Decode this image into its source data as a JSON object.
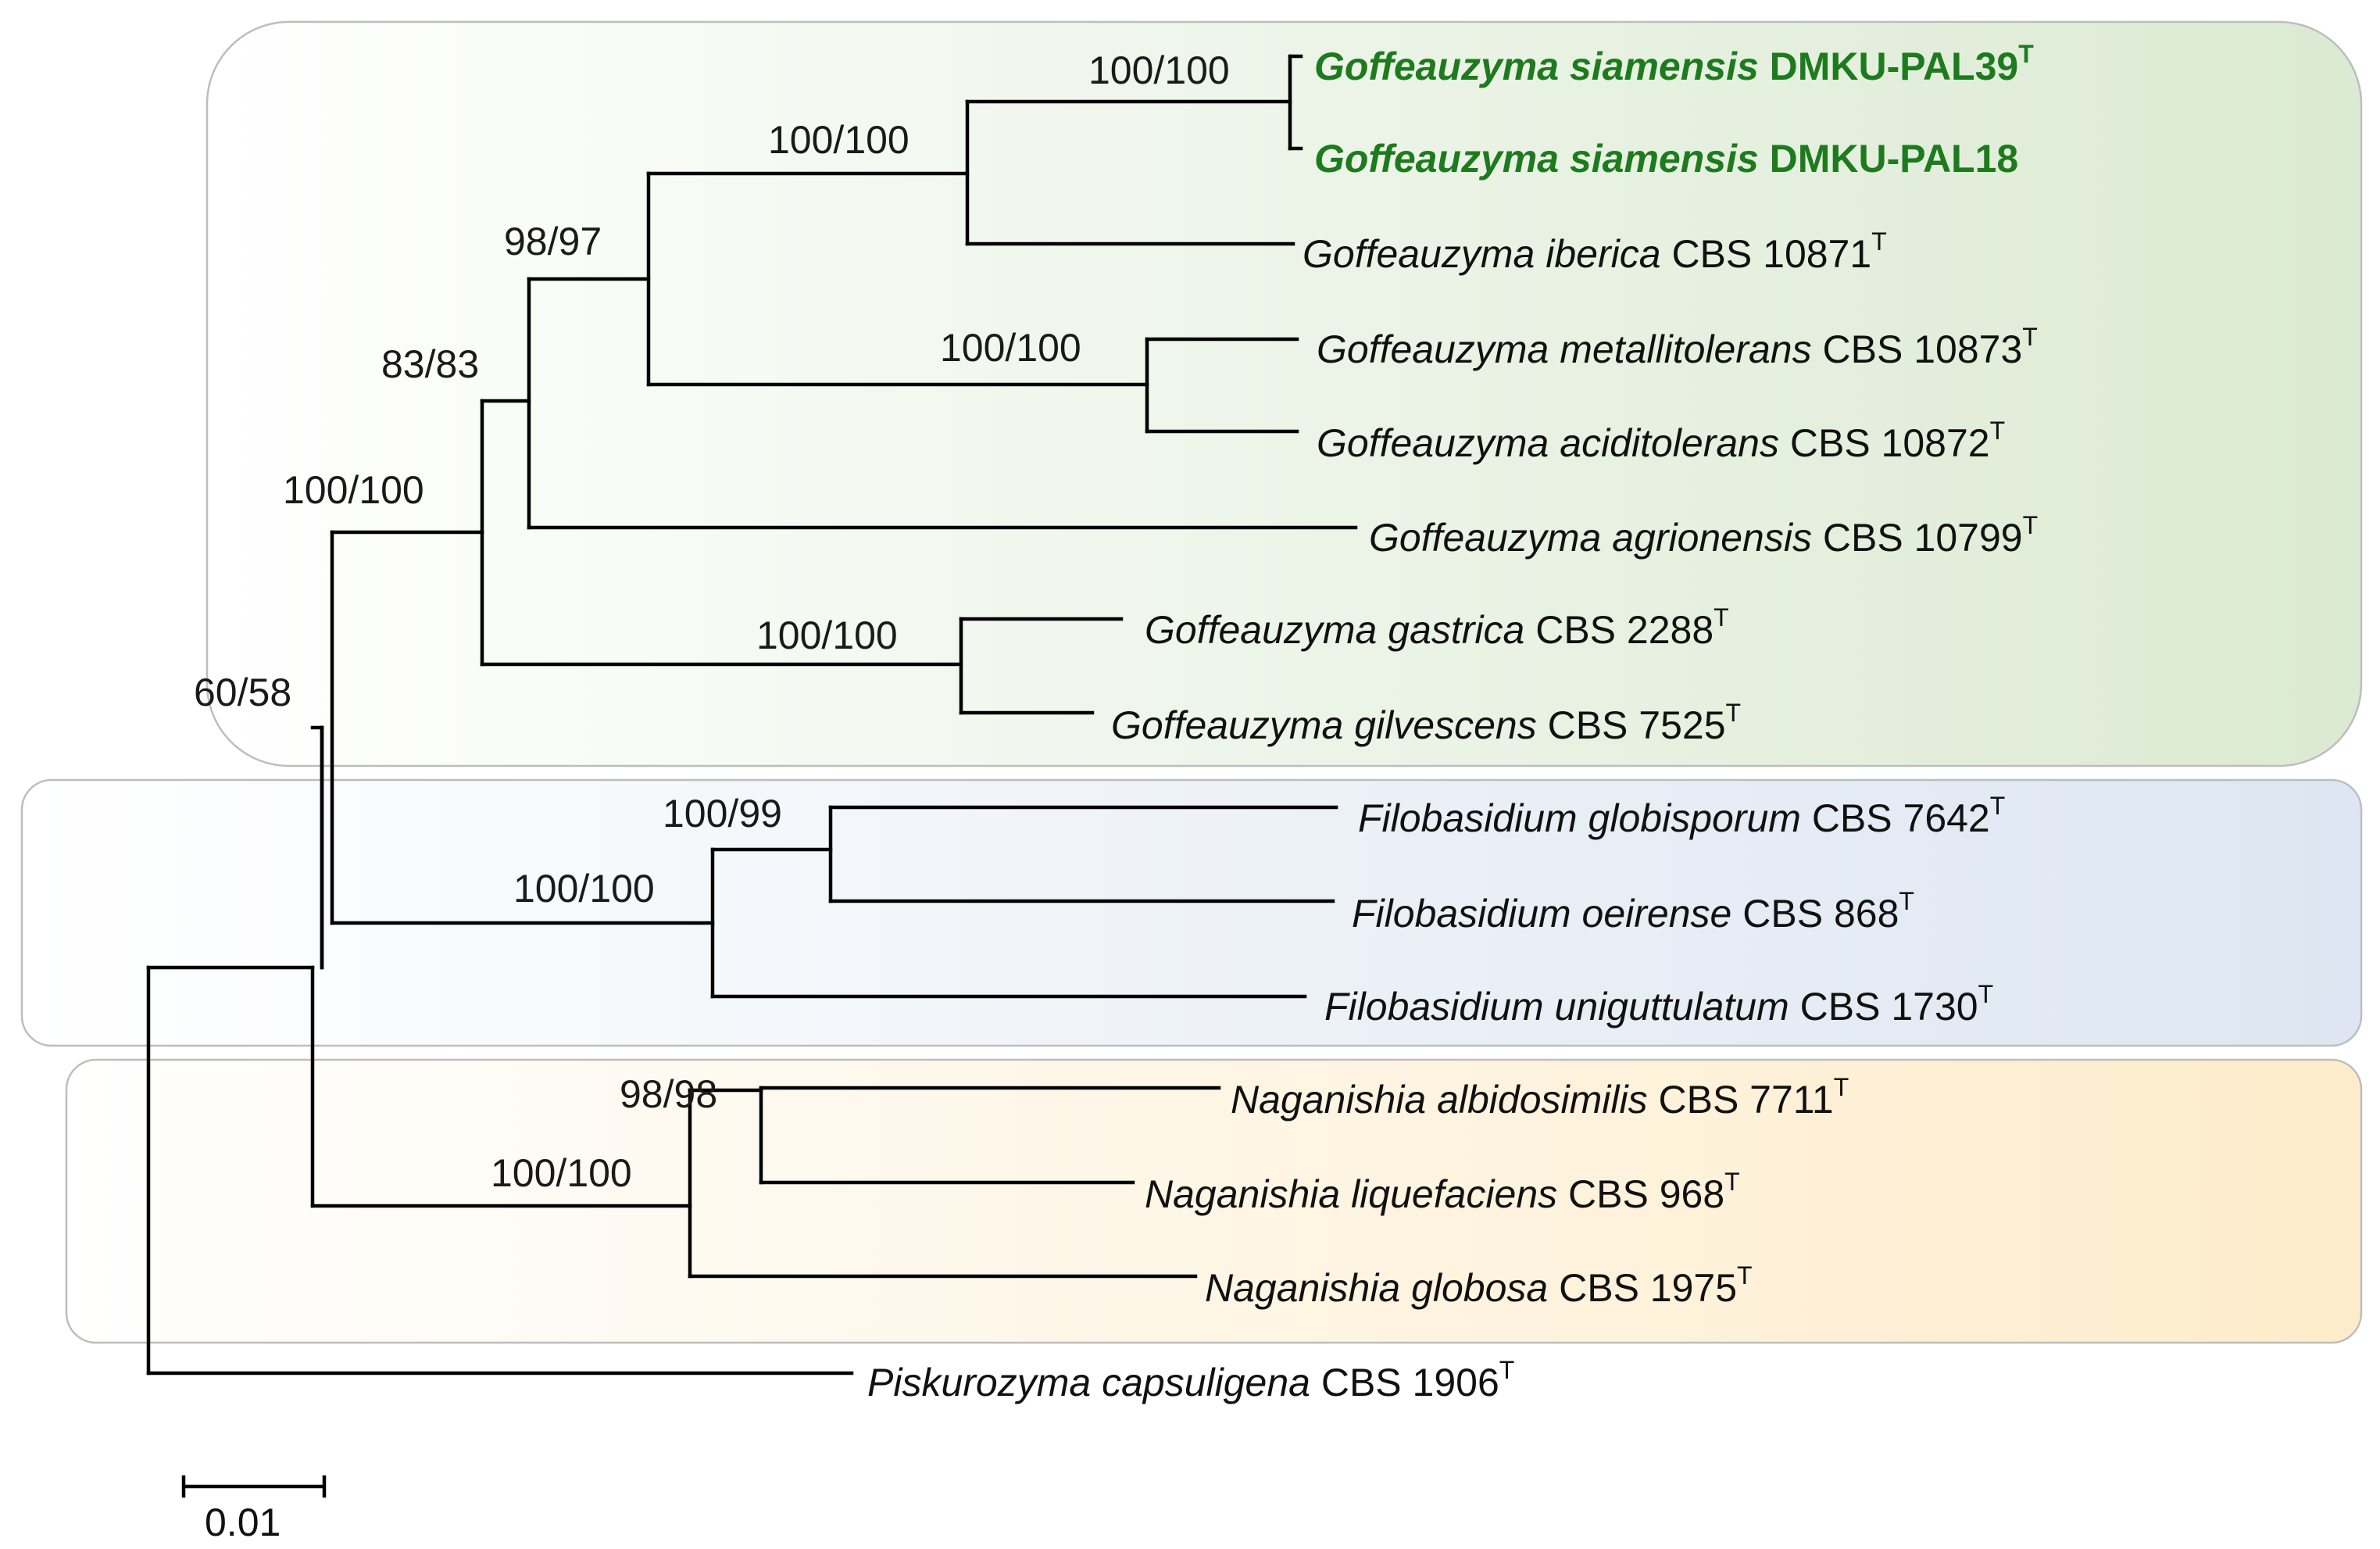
{
  "colors": {
    "highlight_green": "#1e7a1e",
    "clade_goffeauzyma": "#dbead2",
    "clade_filobasidium": "#dde6f2",
    "clade_naganishia": "#fdeccb"
  },
  "taxa": {
    "t1": {
      "genus_species": "Goffeauzyma siamensis",
      "strain": " DMKU-PAL39",
      "type_mark": "T",
      "highlight": true
    },
    "t2": {
      "genus_species": "Goffeauzyma siamensis",
      "strain": " DMKU-PAL18",
      "type_mark": "",
      "highlight": true
    },
    "t3": {
      "genus_species": "Goffeauzyma iberica",
      "strain": " CBS 10871",
      "type_mark": "T"
    },
    "t4": {
      "genus_species": "Goffeauzyma metallitolerans",
      "strain": " CBS 10873",
      "type_mark": "T"
    },
    "t5": {
      "genus_species": "Goffeauzyma aciditolerans",
      "strain": " CBS 10872",
      "type_mark": "T"
    },
    "t6": {
      "genus_species": "Goffeauzyma agrionensis",
      "strain": " CBS 10799",
      "type_mark": "T"
    },
    "t7": {
      "genus_species": "Goffeauzyma gastrica",
      "strain": " CBS 2288",
      "type_mark": "T"
    },
    "t8": {
      "genus_species": "Goffeauzyma gilvescens",
      "strain": " CBS 7525",
      "type_mark": "T"
    },
    "t9": {
      "genus_species": "Filobasidium globisporum",
      "strain": " CBS 7642",
      "type_mark": "T"
    },
    "t10": {
      "genus_species": "Filobasidium oeirense",
      "strain": " CBS 868",
      "type_mark": "T"
    },
    "t11": {
      "genus_species": "Filobasidium uniguttulatum",
      "strain": " CBS 1730",
      "type_mark": "T"
    },
    "t12": {
      "genus_species": "Naganishia albidosimilis",
      "strain": " CBS 7711",
      "type_mark": "T"
    },
    "t13": {
      "genus_species": "Naganishia liquefaciens",
      "strain": " CBS 968",
      "type_mark": "T"
    },
    "t14": {
      "genus_species": "Naganishia globosa",
      "strain": " CBS 1975",
      "type_mark": "T"
    },
    "t15": {
      "genus_species": "Piskurozyma capsuligena",
      "strain": " CBS 1906",
      "type_mark": "T"
    }
  },
  "supports": {
    "s_siamensis": "100/100",
    "s_siam_iberica": "100/100",
    "s_clade_a": "98/97",
    "s_metal_acid": "100/100",
    "s_clade_b": "83/83",
    "s_gast_gilv": "100/100",
    "s_goffeauzyma": "100/100",
    "s_goff_filo": "60/58",
    "s_filo_glob_oei": "100/99",
    "s_filobasidium": "100/100",
    "s_nag_alb_liq": "98/98",
    "s_naganishia": "100/100"
  },
  "scale_bar": {
    "label": "0.01"
  }
}
